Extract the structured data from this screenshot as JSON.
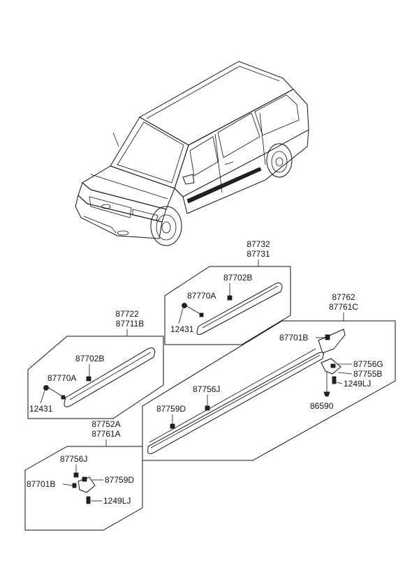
{
  "diagram": {
    "groups": {
      "front_door": {
        "part_numbers": [
          "87722",
          "87711B"
        ],
        "labels": {
          "clip_b": "87702B",
          "bolt_a": "87770A",
          "screw": "12431"
        }
      },
      "rear_door": {
        "part_numbers": [
          "87732",
          "87731"
        ],
        "labels": {
          "clip_b": "87702B",
          "bolt_a": "87770A",
          "screw": "12431"
        }
      },
      "side_sill": {
        "part_numbers": [
          "87762",
          "87761C"
        ],
        "labels": {
          "clip_b": "87701B",
          "clip_g": "87756G",
          "clip_b2": "87755B",
          "bolt": "1249LJ",
          "nut": "86590",
          "clip_j": "87756J",
          "clip_d": "87759D"
        }
      },
      "front_extension": {
        "part_numbers": [
          "87752A",
          "87761A"
        ],
        "labels": {
          "clip_j": "87756J",
          "clip_b": "87701B",
          "clip_d": "87759D",
          "bolt": "1249LJ"
        }
      }
    }
  }
}
